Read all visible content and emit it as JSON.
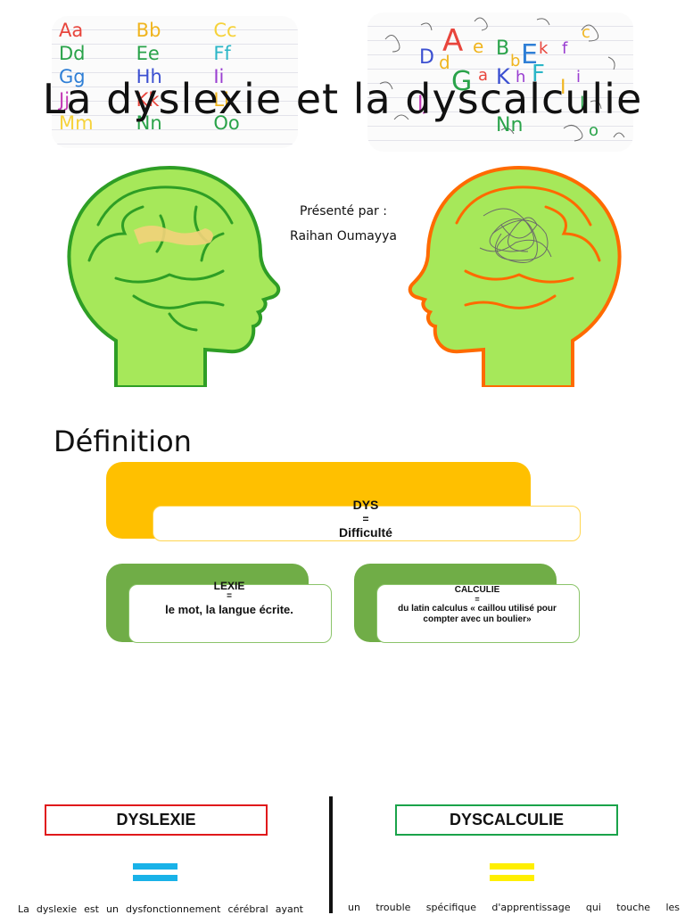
{
  "title": "La dyslexie et la dyscalculie",
  "presenter": {
    "line1": "Présenté par :",
    "line2": "Raihan Oumayya"
  },
  "alphabet_left": {
    "letters": [
      {
        "text": "Aa",
        "color": "#e8453c"
      },
      {
        "text": "Bb",
        "color": "#f0b51f"
      },
      {
        "text": "Cc",
        "color": "#f6d23a"
      },
      {
        "text": "Dd",
        "color": "#2aa34a"
      },
      {
        "text": "Ee",
        "color": "#2aa34a"
      },
      {
        "text": "Ff",
        "color": "#2bb6c7"
      },
      {
        "text": "Gg",
        "color": "#2f7fd6"
      },
      {
        "text": "Hh",
        "color": "#3b4fd1"
      },
      {
        "text": "Ii",
        "color": "#9a3ed1"
      },
      {
        "text": "Jj",
        "color": "#c43ab6"
      },
      {
        "text": "Kk",
        "color": "#e8453c"
      },
      {
        "text": "Ll",
        "color": "#f0b51f"
      },
      {
        "text": "Mm",
        "color": "#f6d23a"
      },
      {
        "text": "Nn",
        "color": "#2aa34a"
      },
      {
        "text": "Oo",
        "color": "#2aa34a"
      }
    ]
  },
  "alphabet_right": {
    "letters": [
      {
        "text": "A",
        "color": "#e8453c"
      },
      {
        "text": "e",
        "color": "#f0b51f"
      },
      {
        "text": "B",
        "color": "#2aa34a"
      },
      {
        "text": "b",
        "color": "#f0b51f"
      },
      {
        "text": "E",
        "color": "#2f7fd6"
      },
      {
        "text": "k",
        "color": "#e8453c"
      },
      {
        "text": "f",
        "color": "#9a3ed1"
      },
      {
        "text": "D",
        "color": "#3b4fd1"
      },
      {
        "text": "d",
        "color": "#f0b51f"
      },
      {
        "text": "G",
        "color": "#2aa34a"
      },
      {
        "text": "a",
        "color": "#e8453c"
      },
      {
        "text": "K",
        "color": "#3b4fd1"
      },
      {
        "text": "h",
        "color": "#9a3ed1"
      },
      {
        "text": "F",
        "color": "#2bb6c7"
      },
      {
        "text": "I",
        "color": "#f0b51f"
      },
      {
        "text": "i",
        "color": "#9a3ed1"
      },
      {
        "text": "Jj",
        "color": "#c43ab6"
      },
      {
        "text": "Nn",
        "color": "#2aa34a"
      },
      {
        "text": "l",
        "color": "#2aa34a"
      },
      {
        "text": "o",
        "color": "#2aa34a"
      },
      {
        "text": "c",
        "color": "#f0b51f"
      }
    ]
  },
  "definition": {
    "heading": "Définition",
    "dys": {
      "line1": "DYS",
      "line2": "=",
      "line3": "Difficulté",
      "color": "#ffc000"
    },
    "lexie": {
      "line1": "LEXIE",
      "line2": "=",
      "line3": "le mot, la langue écrite.",
      "color": "#70ad47"
    },
    "calculie": {
      "line1": "CALCULIE",
      "line2": "=",
      "line3": "du latin calculus « caillou utilisé pour compter avec un boulier»",
      "color": "#70ad47"
    }
  },
  "comparison": {
    "left": {
      "title": "DYSLEXIE",
      "border_color": "#e0191b",
      "equals_color": "#19b2e8",
      "text": "La dyslexie est un dysfonctionnement cérébral ayant"
    },
    "right": {
      "title": "DYSCALCULIE",
      "border_color": "#1aa34a",
      "equals_color": "#ffef00",
      "text": "un trouble spécifique d'apprentissage qui touche les"
    }
  },
  "colors": {
    "brain_green": "#a6e85a",
    "brain_outline_green": "#2e9e25",
    "brain_outline_orange": "#ff6a00",
    "highlight": "#f3d27a"
  }
}
